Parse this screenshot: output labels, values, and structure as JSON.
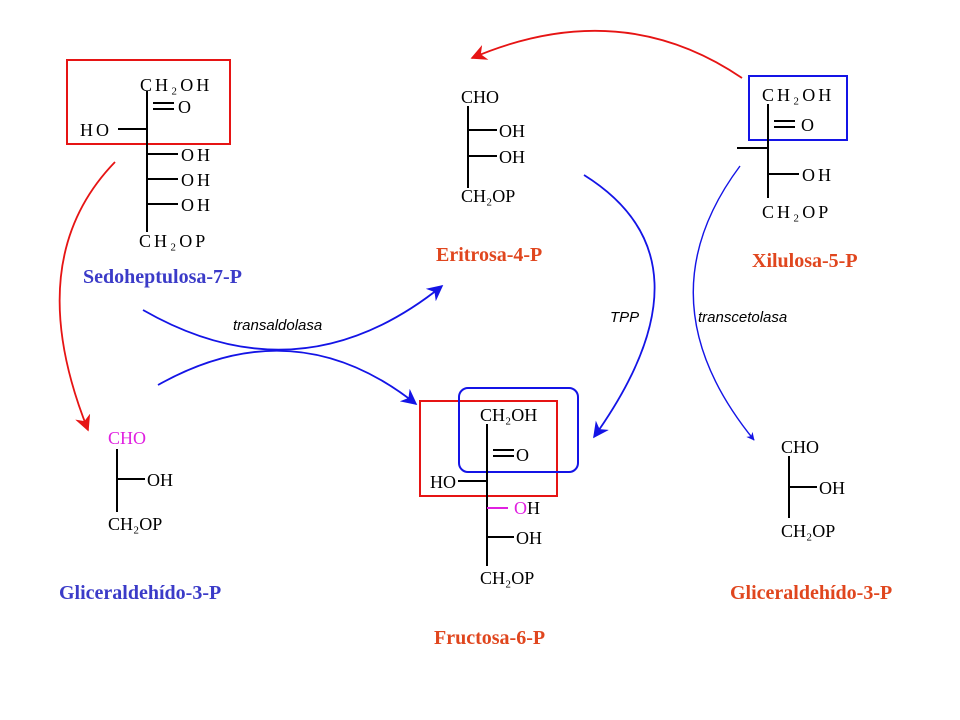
{
  "colors": {
    "blue_label": "#3b3bc8",
    "red_label": "#e0461e",
    "arrow_blue": "#1414e6",
    "arrow_red": "#e61414",
    "box_red": "#e61414",
    "box_blue": "#1414e6",
    "highlight_magenta": "#e020e0"
  },
  "sedoheptulose": {
    "name": "Sedoheptulosa-7-P",
    "c1": "CH2OH",
    "c2": "O",
    "c3": "HO",
    "c4": "OH",
    "c5": "OH",
    "c6": "OH",
    "c7": "CH2OP"
  },
  "erythrose": {
    "name": "Eritrosa-4-P",
    "c1": "CHO",
    "c2": "OH",
    "c3": "OH",
    "c4": "CH2OP"
  },
  "xylulose": {
    "name": "Xilulosa-5-P",
    "c1": "CH2OH",
    "c2": "O",
    "c4": "OH",
    "c5": "CH2OP"
  },
  "glyceraldehyde_left": {
    "name": "Gliceraldehído-3-P",
    "c1": "CHO",
    "c2": "OH",
    "c3": "CH2OP"
  },
  "fructose": {
    "name": "Fructosa-6-P",
    "c1": "CH2OH",
    "c2": "O",
    "c3": "HO",
    "c4": "OH",
    "c5": "OH",
    "c6": "CH2OP"
  },
  "glyceraldehyde_right": {
    "name": "Gliceraldehído-3-P",
    "c1": "CHO",
    "c2": "OH",
    "c3": "CH2OP"
  },
  "enzymes": {
    "transaldolase": "transaldolasa",
    "tpp": "TPP",
    "transketolase": "transcetolasa"
  }
}
